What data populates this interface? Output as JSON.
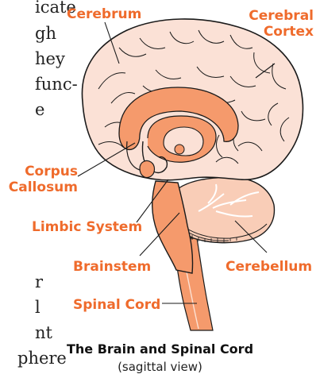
{
  "body_text": {
    "lines": [
      "icate",
      "gh",
      "hey",
      "func-",
      "e",
      "r",
      "l",
      "nt",
      "phere"
    ]
  },
  "labels": {
    "cerebrum": "Cerebrum",
    "cerebral_cortex": "Cerebral\nCortex",
    "corpus_callosum": "Corpus\nCallosum",
    "limbic_system": "Limbic System",
    "brainstem": "Brainstem",
    "cerebellum": "Cerebellum",
    "spinal_cord": "Spinal Cord"
  },
  "caption": {
    "title": "The Brain and Spinal Cord",
    "subtitle": "(sagittal view)"
  },
  "colors": {
    "label": "#ef6b2c",
    "cerebrum_fill": "#fbe1d6",
    "core_fill": "#f59a6c",
    "cerebellum_fill": "#f9cdb7",
    "outline": "#1a1a1a"
  }
}
